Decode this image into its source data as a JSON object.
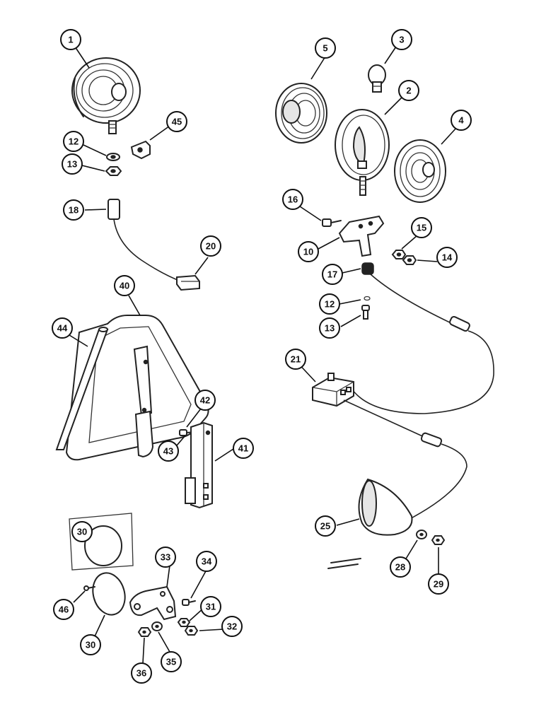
{
  "callouts": [
    {
      "id": "c1",
      "label": "1"
    },
    {
      "id": "c5",
      "label": "5"
    },
    {
      "id": "c3",
      "label": "3"
    },
    {
      "id": "c2",
      "label": "2"
    },
    {
      "id": "c4",
      "label": "4"
    },
    {
      "id": "c45",
      "label": "45"
    },
    {
      "id": "c12a",
      "label": "12"
    },
    {
      "id": "c13a",
      "label": "13"
    },
    {
      "id": "c18",
      "label": "18"
    },
    {
      "id": "c20",
      "label": "20"
    },
    {
      "id": "c16",
      "label": "16"
    },
    {
      "id": "c10",
      "label": "10"
    },
    {
      "id": "c15",
      "label": "15"
    },
    {
      "id": "c14",
      "label": "14"
    },
    {
      "id": "c17",
      "label": "17"
    },
    {
      "id": "c12b",
      "label": "12"
    },
    {
      "id": "c13b",
      "label": "13"
    },
    {
      "id": "c40",
      "label": "40"
    },
    {
      "id": "c44",
      "label": "44"
    },
    {
      "id": "c42",
      "label": "42"
    },
    {
      "id": "c43",
      "label": "43"
    },
    {
      "id": "c41",
      "label": "41"
    },
    {
      "id": "c21",
      "label": "21"
    },
    {
      "id": "c25",
      "label": "25"
    },
    {
      "id": "c28",
      "label": "28"
    },
    {
      "id": "c29",
      "label": "29"
    },
    {
      "id": "c30a",
      "label": "30"
    },
    {
      "id": "c33",
      "label": "33"
    },
    {
      "id": "c34",
      "label": "34"
    },
    {
      "id": "c46",
      "label": "46"
    },
    {
      "id": "c31",
      "label": "31"
    },
    {
      "id": "c32",
      "label": "32"
    },
    {
      "id": "c30b",
      "label": "30"
    },
    {
      "id": "c36",
      "label": "36"
    },
    {
      "id": "c35",
      "label": "35"
    }
  ]
}
